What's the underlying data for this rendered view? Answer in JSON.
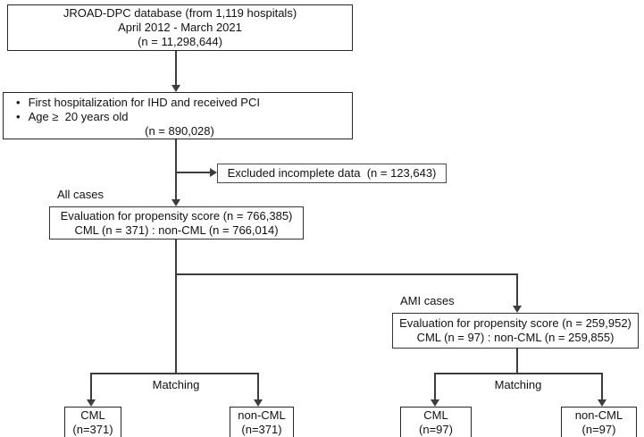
{
  "diagram": {
    "bullet_char": "•",
    "boxes": {
      "database": {
        "lines": [
          "JROAD-DPC database (from 1,119 hospitals)",
          "April 2012 - March 2021",
          "(n = 11,298,644)"
        ]
      },
      "criteria": {
        "items": [
          "First hospitalization for IHD and received PCI",
          "Age ≥  20 years old"
        ],
        "n": "(n = 890,028)"
      },
      "excluded": {
        "label": "Excluded incomplete data  (n = 123,643)"
      },
      "eval_all": {
        "lines": [
          "Evaluation for propensity score (n = 766,385)",
          "CML (n = 371) : non-CML (n = 766,014)"
        ]
      },
      "eval_ami": {
        "lines": [
          "Evaluation for propensity score (n = 259,952)",
          "CML (n = 97) : non-CML (n = 259,855)"
        ]
      },
      "cml_all": {
        "lines": [
          "CML",
          "(n=371)"
        ]
      },
      "noncml_all": {
        "lines": [
          "non-CML",
          "(n=371)"
        ]
      },
      "cml_ami": {
        "lines": [
          "CML",
          "(n=97)"
        ]
      },
      "noncml_ami": {
        "lines": [
          "non-CML",
          "(n=97)"
        ]
      }
    },
    "labels": {
      "all_cases": "All cases",
      "ami_cases": "AMI cases",
      "matching_left": "Matching",
      "matching_right": "Matching"
    },
    "colors": {
      "line": "#3d3d3d",
      "border": "#262626",
      "background": "#ffffff",
      "text": "#111111"
    }
  }
}
